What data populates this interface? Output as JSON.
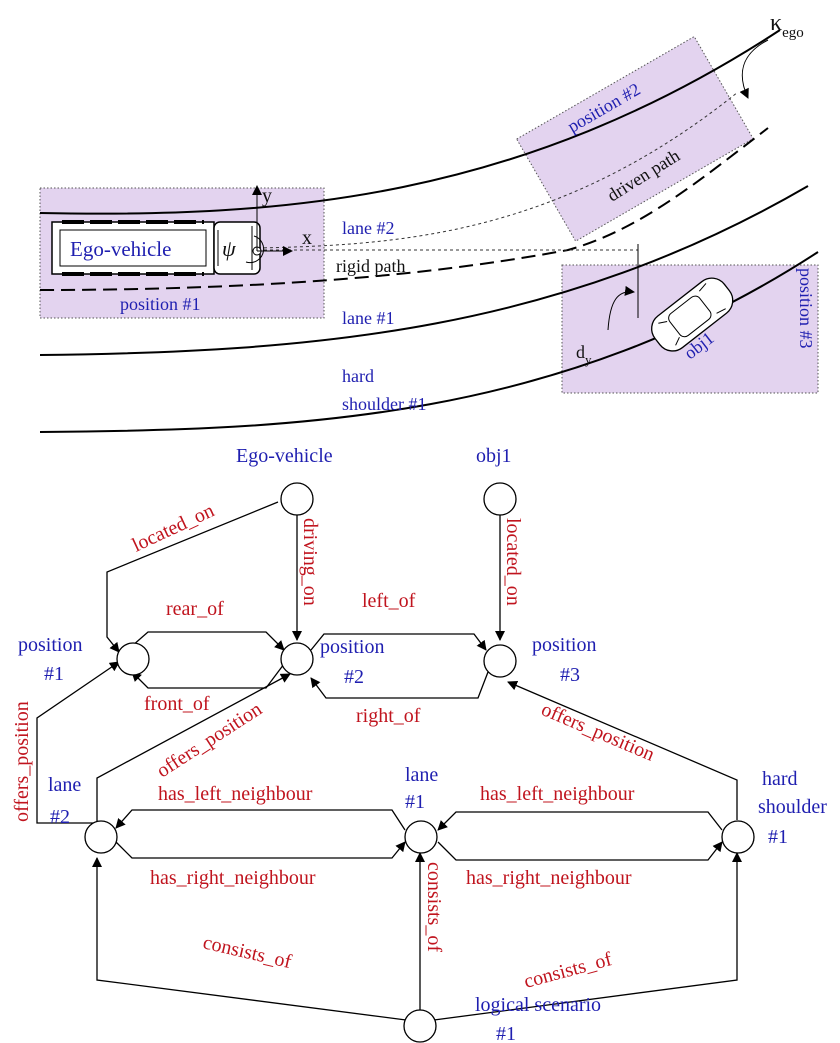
{
  "top": {
    "kappa_base": "κ",
    "kappa_sub": "ego",
    "positions": {
      "p1": "position #1",
      "p2": "position #2",
      "p3": "position #3"
    },
    "ego_vehicle": "Ego-vehicle",
    "psi": "ψ",
    "axis_x": "x",
    "axis_y": "y",
    "lane2": "lane #2",
    "lane1": "lane #1",
    "hard_shoulder_line1": "hard",
    "hard_shoulder_line2": "shoulder #1",
    "rigid_path": "rigid path",
    "driven_path": "driven path",
    "dy_base": "d",
    "dy_sub": "y",
    "obj1": "obj1",
    "colors": {
      "region_fill": "#e3d3ef",
      "node_label": "#1f1fb0",
      "edge_label": "#c0141e"
    }
  },
  "graph": {
    "nodes": {
      "ego": "Ego-vehicle",
      "obj1": "obj1",
      "pos1_a": "position",
      "pos1_b": "#1",
      "pos2_a": "position",
      "pos2_b": "#2",
      "pos3_a": "position",
      "pos3_b": "#3",
      "lane2_a": "lane",
      "lane2_b": "#2",
      "lane1_a": "lane",
      "lane1_b": "#1",
      "hs_a": "hard",
      "hs_b": "shoulder",
      "hs_c": "#1",
      "ls_a": "logical scenario",
      "ls_b": "#1"
    },
    "edges": {
      "located_on_ego": "located_on",
      "driving_on": "driving_on",
      "located_on_obj": "located_on",
      "rear_of": "rear_of",
      "front_of": "front_of",
      "left_of": "left_of",
      "right_of": "right_of",
      "offers_position_l2": "offers_position",
      "offers_position_left": "offers_position",
      "offers_position_hs": "offers_position",
      "has_left_neighbour_1": "has_left_neighbour",
      "has_right_neighbour_1": "has_right_neighbour",
      "has_left_neighbour_2": "has_left_neighbour",
      "has_right_neighbour_2": "has_right_neighbour",
      "consists_of_l2": "consists_of",
      "consists_of_l1": "consists_of",
      "consists_of_hs": "consists_of"
    }
  }
}
